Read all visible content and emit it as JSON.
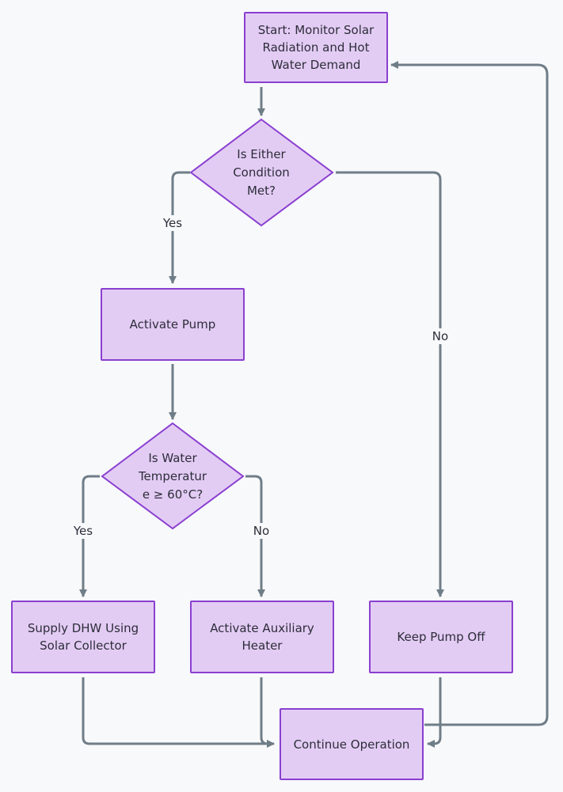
{
  "nodes": {
    "start": "Start: Monitor Solar Radiation and Hot Water Demand",
    "condition": "Is Either Condition Met?",
    "activate_pump": "Activate Pump",
    "temp_check": "Is Water Temperatur e ≥ 60°C?",
    "supply_dhw": "Supply DHW Using Solar Collector",
    "aux_heater": "Activate Auxiliary Heater",
    "keep_off": "Keep Pump Off",
    "continue": "Continue Operation"
  },
  "edges": {
    "cond_yes": "Yes",
    "cond_no": "No",
    "temp_yes": "Yes",
    "temp_no": "No"
  },
  "colors": {
    "node_fill": "#e3ccf4",
    "node_border": "#8a3fd0",
    "edge": "#6f7d87",
    "background": "#f8f9fb"
  }
}
